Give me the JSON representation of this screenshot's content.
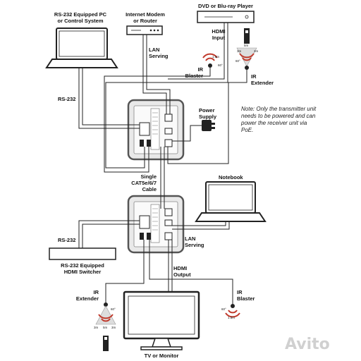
{
  "labels": {
    "pc": "RS-232 Equipped PC\nor Control System",
    "modem": "Internet Modem\nor Router",
    "dvd": "DVD or Blu-ray Player",
    "hdmi_input": "HDMI\nInput",
    "lan_top": "LAN\nServing",
    "rs232_top": "RS-232",
    "ir_blaster_top": "IR\nBlaster",
    "ir_extender_top": "IR\nExtender",
    "power_supply": "Power\nSupply",
    "cable": "Single\nCAT5e/6/7\nCable",
    "notebook": "Notebook",
    "rs232_bottom": "RS-232",
    "lan_bottom": "LAN\nServing",
    "switcher": "RS-232 Equipped\nHDMI Switcher",
    "hdmi_output": "HDMI\nOutput",
    "ir_extender_bottom": "IR\nExtender",
    "ir_blaster_bottom": "IR\nBlaster",
    "tv": "TV or Monitor"
  },
  "note": "Note: Only the transmitter unit needs to be powered and can power the receiver unit via PoE.",
  "ir_distances": {
    "blaster_top": "1.5m",
    "blaster_top_angle": "60°",
    "extender_top_left": "3m",
    "extender_top_mid": "5m",
    "extender_top_right": "3m",
    "extender_top_angle": "60°",
    "extender_bottom_left": "3m",
    "extender_bottom_mid": "5m",
    "extender_bottom_right": "3m",
    "extender_bottom_angle": "60°",
    "blaster_bottom": "1.5m",
    "blaster_bottom_angle": "60°"
  },
  "watermark": "Avito",
  "colors": {
    "line": "#222222",
    "unit_frame": "#555555",
    "unit_bg": "#f4f4f4",
    "ir_red": "#c0392b"
  }
}
